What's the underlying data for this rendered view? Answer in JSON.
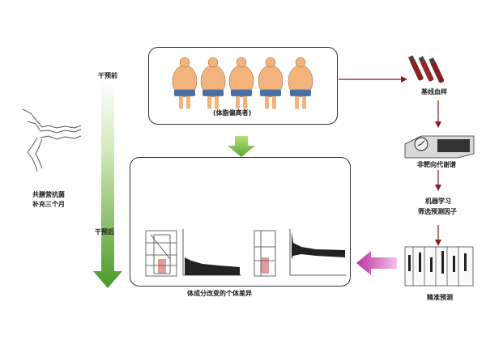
{
  "labels": {
    "before_intervention": "干预前",
    "after_intervention": "干预后",
    "obese_patients": "(体脂偏高者)",
    "diet_note_line1": "共膳营抗菌",
    "diet_note_line2": "补充三个月",
    "baseline_blood": "基线血样",
    "metabolomics": "非靶向代谢谱",
    "ml_line1": "机器学习",
    "ml_line2": "筛选预测因子",
    "precise_prediction": "精准预测",
    "individual_difference": "体成分改变的个体差异"
  },
  "colors": {
    "arrow_dark_red": "#8b1a1a",
    "green_arrow": "#5aa832",
    "purple_arrow": "#c030a0",
    "skin": "#f2b47c",
    "shorts": "#4a6fa5"
  }
}
